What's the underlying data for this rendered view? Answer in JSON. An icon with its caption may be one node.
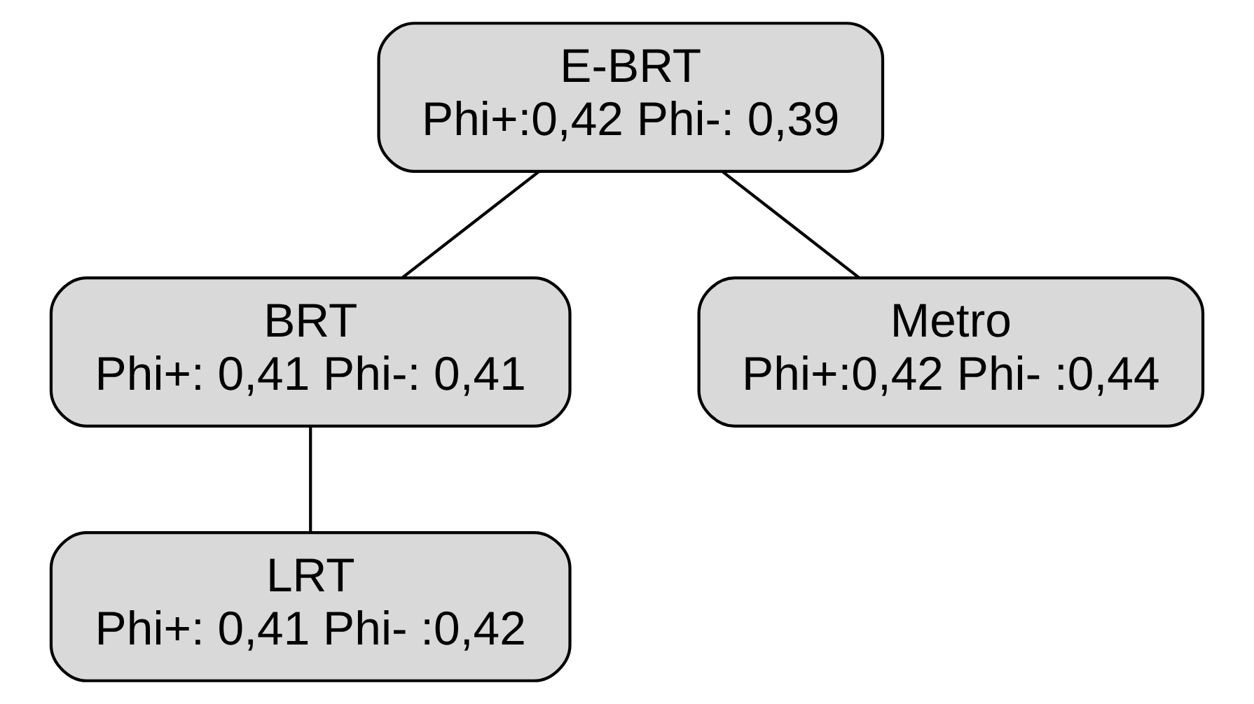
{
  "diagram": {
    "nodes": [
      {
        "text": [
          "E-BRT",
          "Phi+:0,42 Phi-: 0,39"
        ]
      },
      {
        "text": [
          "BRT",
          "Phi+: 0,41 Phi-: 0,41"
        ]
      },
      {
        "text": [
          "LRT",
          "Phi+: 0,41 Phi- :0,42"
        ]
      },
      {
        "text": [
          "Metro",
          "Phi+:0,42 Phi- :0,44"
        ]
      }
    ],
    "edges": [
      {
        "from": 0,
        "to": 1,
        "arrow": "none"
      },
      {
        "from": 0,
        "to": 3,
        "arrow": "none"
      },
      {
        "from": 1,
        "to": 2,
        "arrow": "none"
      }
    ]
  }
}
